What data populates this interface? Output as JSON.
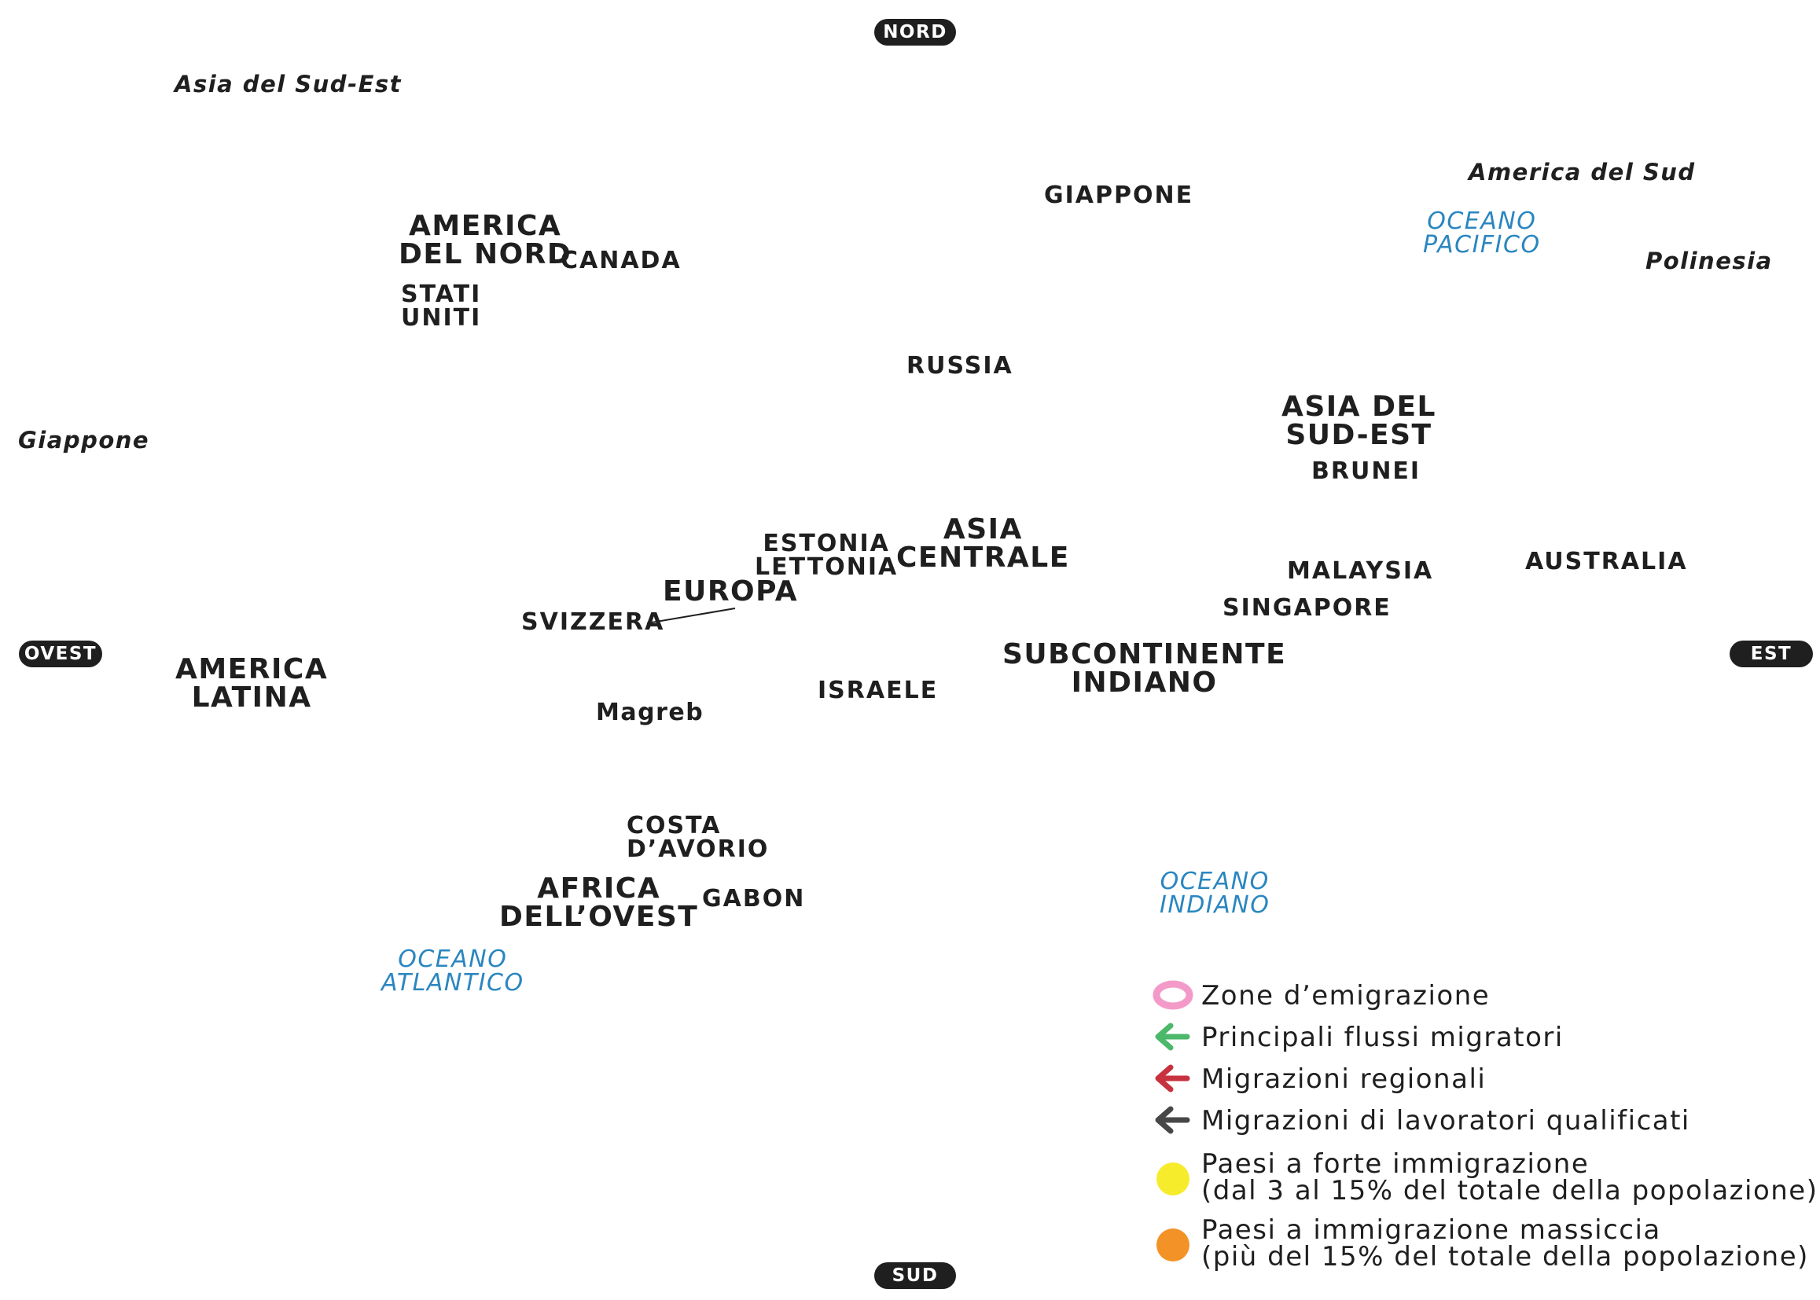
{
  "compass": {
    "north": "NORD",
    "south": "SUD",
    "west": "OVEST",
    "east": "EST"
  },
  "edge_labels": {
    "asia_sud_est": "Asia del Sud-Est",
    "giappone": "Giappone",
    "america_sud": "America del Sud",
    "polinesia": "Polinesia"
  },
  "oceans": {
    "pacifico": [
      "OCEANO",
      "PACIFICO"
    ],
    "indiano": [
      "OCEANO",
      "INDIANO"
    ],
    "atlantico": [
      "OCEANO",
      "ATLANTICO"
    ]
  },
  "regions": {
    "america_nord": [
      "AMERICA",
      "DEL NORD"
    ],
    "asia_sud_est": [
      "ASIA DEL",
      "SUD-EST"
    ],
    "asia_centrale": [
      "ASIA",
      "CENTRALE"
    ],
    "europa": "EUROPA",
    "america_latina": [
      "AMERICA",
      "LATINA"
    ],
    "subcontinente": [
      "SUBCONTINENTE",
      "INDIANO"
    ],
    "africa_ovest": [
      "AFRICA",
      "DELL’OVEST"
    ]
  },
  "countries": {
    "giappone": "GIAPPONE",
    "canada": "CANADA",
    "stati_uniti": [
      "STATI",
      "UNITI"
    ],
    "russia": "RUSSIA",
    "brunei": "BRUNEI",
    "estonia_lettonia": [
      "ESTONIA",
      "LETTONIA"
    ],
    "malaysia": "MALAYSIA",
    "australia": "AUSTRALIA",
    "singapore": "SINGAPORE",
    "svizzera": "SVIZZERA",
    "israele": "ISRAELE",
    "magreb": "Magreb",
    "costa_avorio": [
      "COSTA",
      "D’AVORIO"
    ],
    "gabon": "GABON"
  },
  "legend": {
    "items": [
      {
        "symbol": "pink-ring",
        "color": "#f49ac9",
        "lines": [
          "Zone d’emigrazione"
        ]
      },
      {
        "symbol": "arrow",
        "color": "#4cb86b",
        "lines": [
          "Principali flussi migratori"
        ]
      },
      {
        "symbol": "arrow",
        "color": "#c8323f",
        "lines": [
          "Migrazioni regionali"
        ]
      },
      {
        "symbol": "arrow",
        "color": "#474747",
        "lines": [
          "Migrazioni di lavoratori qualificati"
        ]
      },
      {
        "symbol": "dot",
        "color": "#f7ec2c",
        "lines": [
          "Paesi a forte immigrazione",
          "(dal 3 al 15% del totale della popolazione)"
        ]
      },
      {
        "symbol": "dot",
        "color": "#f39327",
        "lines": [
          "Paesi a immigrazione massiccia",
          "(più del 15% del totale della popolazione)"
        ]
      }
    ]
  }
}
